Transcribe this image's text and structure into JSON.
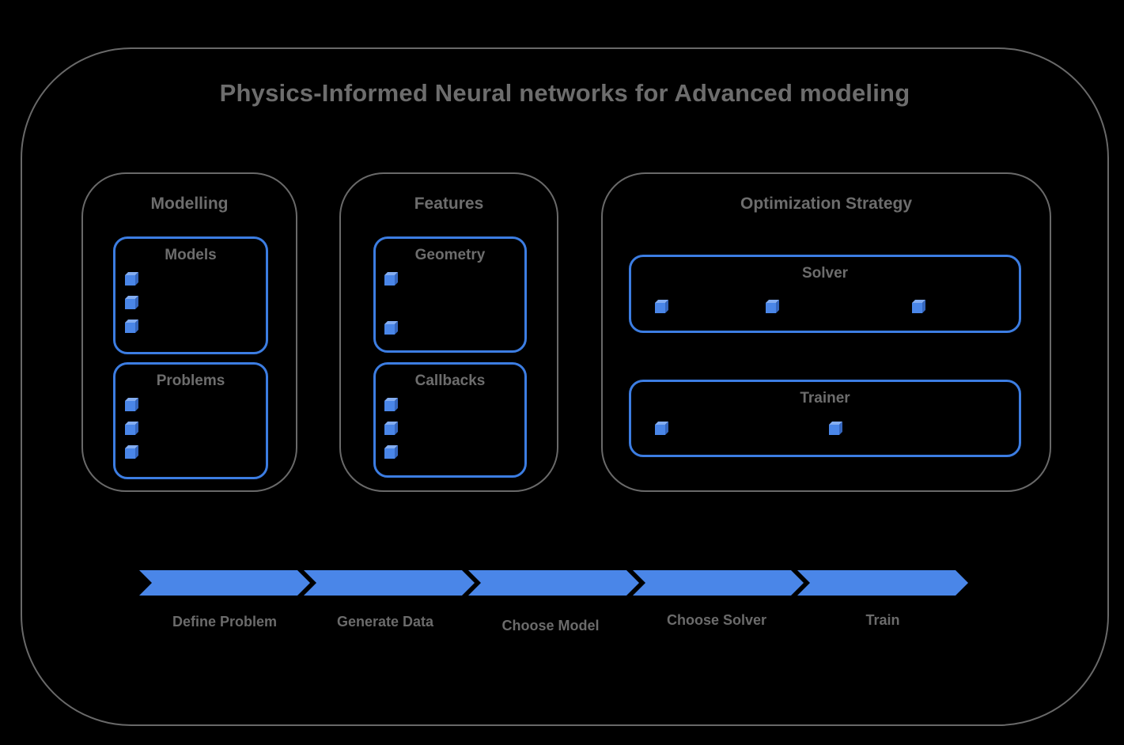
{
  "title": "Physics-Informed Neural networks for Advanced modeling",
  "sections": [
    {
      "label": "Modelling",
      "boxes": [
        {
          "label": "Models",
          "items": 3
        },
        {
          "label": "Problems",
          "items": 3
        }
      ]
    },
    {
      "label": "Features",
      "boxes": [
        {
          "label": "Geometry",
          "items": 2
        },
        {
          "label": "Callbacks",
          "items": 3
        }
      ]
    },
    {
      "label": "Optimization Strategy",
      "boxes": [
        {
          "label": "Solver",
          "items": 3
        },
        {
          "label": "Trainer",
          "items": 2
        }
      ]
    }
  ],
  "workflow": {
    "steps": [
      "Define Problem",
      "Generate Data",
      "Choose Model",
      "Choose Solver",
      "Train"
    ]
  },
  "icons": {
    "cube": "small blue 3d cube bullet"
  },
  "colors": {
    "background": "#000000",
    "panel_border_gray": "#696969",
    "text_gray": "#6d6d6d",
    "blue_box_border": "#3c7de2",
    "arrow_blue": "#4a86e8",
    "cube_top": "#84adf1",
    "cube_side": "#3566bd"
  }
}
